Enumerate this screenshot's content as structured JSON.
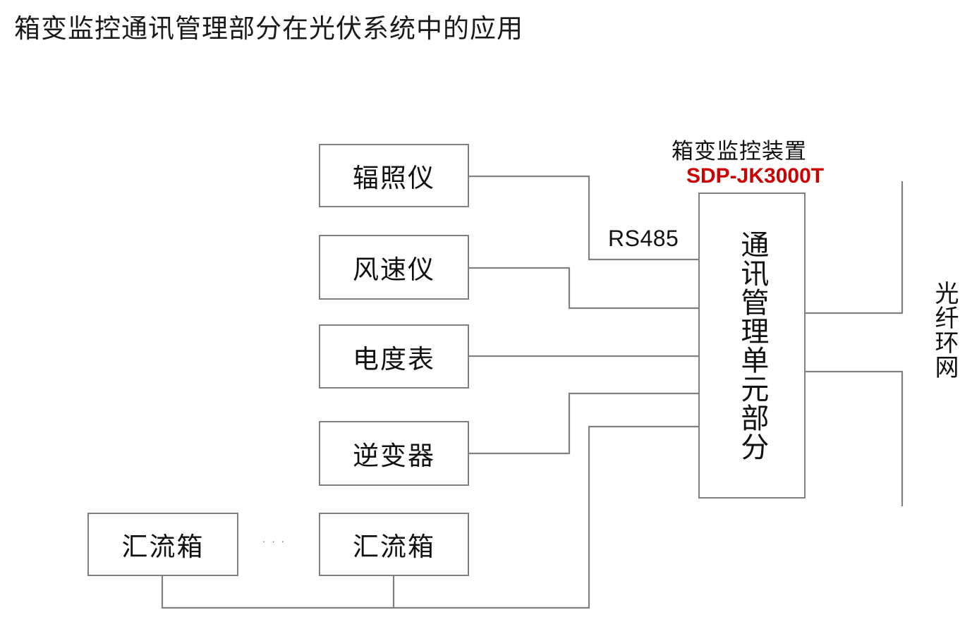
{
  "page": {
    "title": "箱变监控通讯管理部分在光伏系统中的应用",
    "background_color": "#ffffff",
    "line_color": "#808080",
    "text_color": "#111111",
    "accent_color": "#cc0000"
  },
  "diagram": {
    "type": "block-diagram",
    "device_title": "箱变监控装置",
    "device_model": "SDP-JK3000T",
    "protocol_label": "RS485",
    "network_label": "光纤环网",
    "ellipsis": "···",
    "central_unit": {
      "label": "通讯管理单元部分",
      "orientation": "vertical"
    },
    "nodes": [
      {
        "id": "irradiance",
        "label": "辐照仪"
      },
      {
        "id": "anemometer",
        "label": "风速仪"
      },
      {
        "id": "meter",
        "label": "电度表"
      },
      {
        "id": "inverter",
        "label": "逆变器"
      },
      {
        "id": "combiner_1",
        "label": "汇流箱"
      },
      {
        "id": "combiner_2",
        "label": "汇流箱"
      }
    ],
    "connections": [
      {
        "from": "irradiance",
        "to": "central_unit",
        "bus": "RS485"
      },
      {
        "from": "anemometer",
        "to": "central_unit",
        "bus": "RS485"
      },
      {
        "from": "meter",
        "to": "central_unit",
        "bus": "RS485"
      },
      {
        "from": "inverter",
        "to": "central_unit",
        "bus": "RS485"
      },
      {
        "from": "combiner_1",
        "to": "central_unit",
        "bus": "RS485"
      },
      {
        "from": "combiner_2",
        "to": "central_unit",
        "bus": "RS485"
      },
      {
        "from": "central_unit",
        "to": "fiber_ring_up",
        "bus": "光纤环网"
      },
      {
        "from": "central_unit",
        "to": "fiber_ring_down",
        "bus": "光纤环网"
      }
    ]
  }
}
